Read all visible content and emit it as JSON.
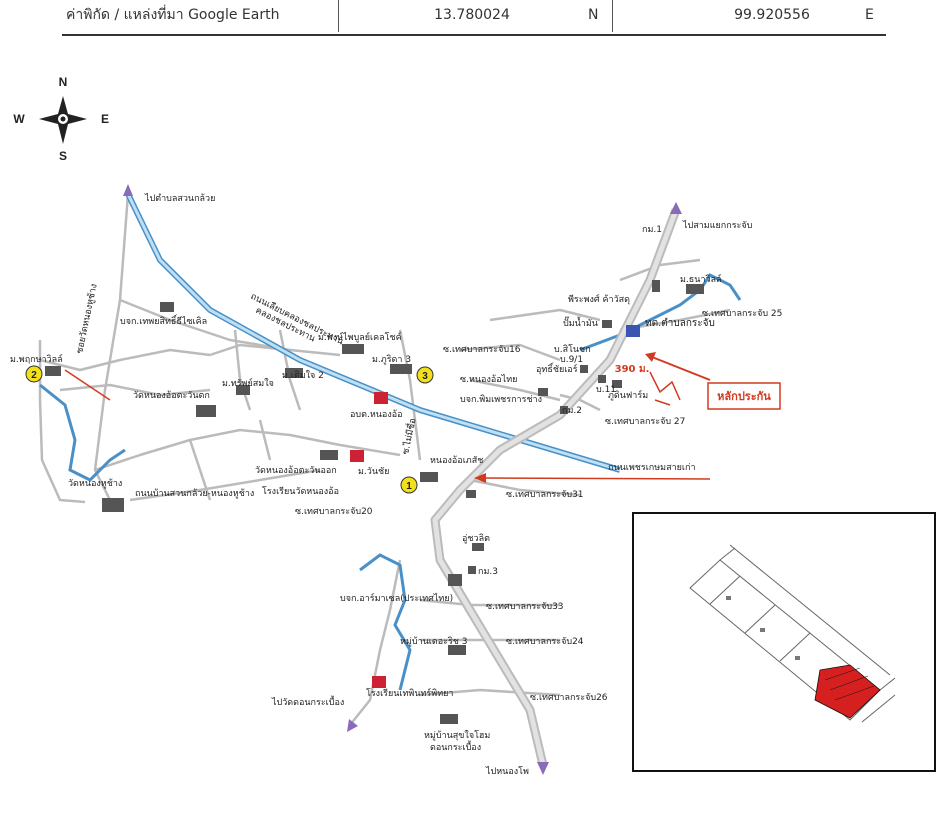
{
  "header": {
    "label": "ค่าพิกัด / แหล่งที่มา Google Earth",
    "lat": "13.780024",
    "lat_dir": "N",
    "lon": "99.920556",
    "lon_dir": "E"
  },
  "compass": {
    "n": "N",
    "s": "S",
    "e": "E",
    "w": "W"
  },
  "labels": {
    "to_suan_kluai": "ไปตำบลสวนกล้วย",
    "to_sam_yaek": "ไปสามแยกกระจับ",
    "km1": "กม.1",
    "khlong_road": "ถนนเลียบคลองชลประทาน",
    "khlong": "คลองชลประทาน",
    "m_thanawilat": "ม.ธนาวิลล์",
    "phiraphong": "พีระพงศ์ ค้าวัสดุ",
    "pump": "ปั๊มน้ำมัน",
    "tessaban": "ทต.ตำบลกระจับ",
    "soi25": "ซ.เทศบาลกระจับ 25",
    "btp": "บจก.เทพยสิทธิ์ธีไซเคิล",
    "m_phongphaibun": "ม.พงษ์ไพบูลย์เคลโชค์",
    "soi16": "ซ.เทศบาลกระจับ16",
    "b91": "บ.9/1",
    "b_siriphot": "บ.สิโนชก",
    "uthai": "อุทธิ์ชัยเอร์",
    "dist": "390 ม.",
    "m_pruksa": "ม.พฤกษาวิลล์",
    "soi_wat": "ซอยวัดหนองหูช้าง",
    "m_kurita": "ม.ภูริดา 3",
    "soi_nongoi": "ซ.หนองอ้อไทย",
    "b11": "บ.11",
    "bhudin": "ภูดินฟาร์ม",
    "collateral": "หลักประกัน",
    "m_chalernjai": "ม.เติมใจ 2",
    "m_thanaphong": "ม.ทรัพย์สมใจ",
    "wat_nongoi_tok": "วัดหนองอ้อตะวันตก",
    "abt": "อบต.หนองอ้อ",
    "bjk_print": "บจก.พิมเพชรการช่าง",
    "km2": "กม.2",
    "soi27": "ซ.เทศบาลกระจับ 27",
    "soi_maimaa": "ซ.ไม่มีชื่อ",
    "wat_nongoi_ok": "วัดหนองอ้อตะวันออก",
    "hospital": "หนองอ้อเภสัช",
    "m_wanchai": "ม.วันชัย",
    "phetkasem": "ถนนเพชรเกษมสายเก่า",
    "wat_nonghuchang": "วัดหนองหูช้าง",
    "school_nongoi": "โรงเรียนวัดหนองอ้อ",
    "road_suan": "ถนนบ้านสวนกล้วย-หนองหูช้าง",
    "soi20": "ซ.เทศบาลกระจับ20",
    "soi31": "ซ.เทศบาลกระจับ31",
    "uaesuan": "อู่ชวลิต",
    "km3": "กม.3",
    "bjk_amarin": "บจก.อาร์มาเซล(ประเทศไทย)",
    "soi33": "ซ.เทศบาลกระจับ33",
    "village3": "หมู่บ้านเดอะริช 3",
    "soi24": "ซ.เทศบาลกระจับ24",
    "to_wat_don": "ไปวัดดอนกระเบื้อง",
    "school_thep": "โรงเรียนเทพินทร์พิทยา",
    "soi26": "ซ.เทศบาลกระจับ26",
    "village_suk": "หมู่บ้านสุขใจโฮม",
    "don_krabueang": "ดอนกระเบื้อง",
    "to_nong_pho": "ไปหนองโพ",
    "marker1": "1",
    "marker2": "2",
    "marker3": "3"
  },
  "colors": {
    "canal": "#4a90c8",
    "road": "#bbbbbb",
    "arrow_red": "#d23a1f",
    "plot_red": "#d62020",
    "marker_yellow": "#f2e01a"
  }
}
